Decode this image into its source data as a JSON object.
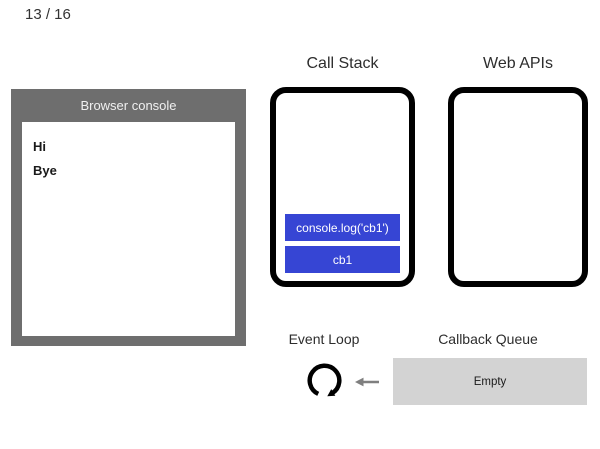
{
  "slide": {
    "page_indicator": "13 / 16"
  },
  "browser_console": {
    "title": "Browser console",
    "log_lines": [
      "Hi",
      "Bye"
    ]
  },
  "call_stack": {
    "title": "Call Stack",
    "frames": [
      "console.log('cb1')",
      "cb1"
    ]
  },
  "web_apis": {
    "title": "Web APIs"
  },
  "event_loop": {
    "title": "Event Loop",
    "icon": "circular-arrow-icon"
  },
  "callback_queue": {
    "title": "Callback Queue",
    "content": "Empty"
  },
  "flow": {
    "arrow_icon": "left-arrow-icon"
  },
  "colors": {
    "console_frame_gray": "#6e6e6e",
    "stack_item_blue": "#3645d4",
    "queue_box_gray": "#d3d3d3",
    "panel_border_black": "#000000",
    "arrow_gray": "#7f7f7f",
    "text_dark": "#2d2d2d"
  }
}
